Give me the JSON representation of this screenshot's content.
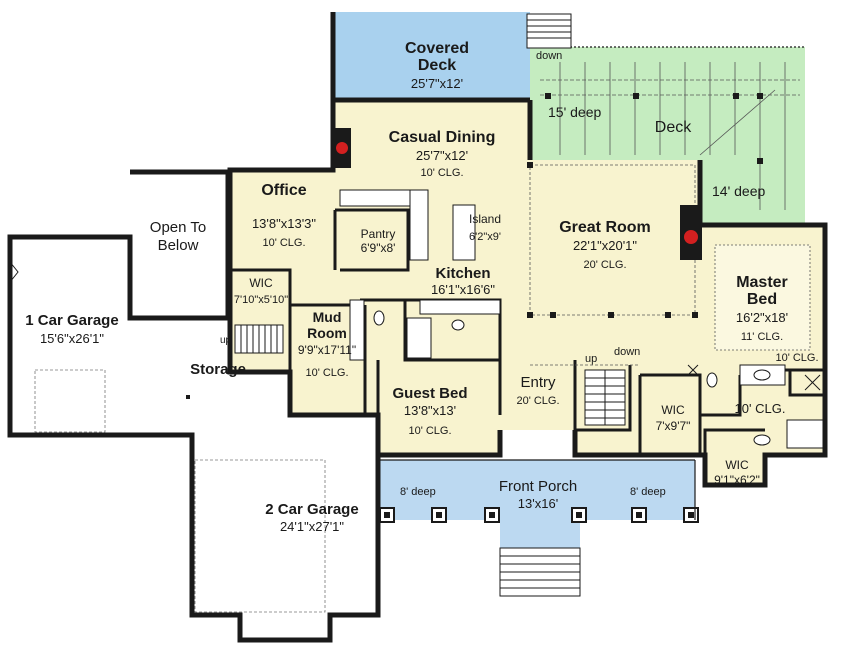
{
  "rooms": {
    "covered_deck": {
      "name_line1": "Covered",
      "name_line2": "Deck",
      "dims": "25'7\"x12'"
    },
    "deck": {
      "name": "Deck",
      "depth1": "15' deep",
      "depth2": "14' deep",
      "stair_label": "down"
    },
    "casual_dining": {
      "name": "Casual Dining",
      "dims": "25'7\"x12'",
      "clg": "10' CLG."
    },
    "office": {
      "name": "Office",
      "dims": "13'8\"x13'3\"",
      "clg": "10' CLG."
    },
    "open_to_below": {
      "line1": "Open To",
      "line2": "Below"
    },
    "pantry": {
      "name": "Pantry",
      "dims": "6'9\"x8'"
    },
    "island": {
      "name": "Island",
      "dims": "6'2\"x9'"
    },
    "kitchen": {
      "name": "Kitchen",
      "dims": "16'1\"x16'6\""
    },
    "great_room": {
      "name": "Great Room",
      "dims": "22'1\"x20'1\"",
      "clg": "20' CLG."
    },
    "master_bed": {
      "name_line1": "Master",
      "name_line2": "Bed",
      "dims": "16'2\"x18'",
      "clg": "11' CLG."
    },
    "master_bath": {
      "clg_top": "10' CLG.",
      "clg": "10' CLG."
    },
    "wic_mud": {
      "name": "WIC",
      "dims": "7'10\"x5'10\""
    },
    "mud_room": {
      "name_line1": "Mud",
      "name_line2": "Room",
      "dims": "9'9\"x17'11\"",
      "clg": "10' CLG."
    },
    "one_car_garage": {
      "name": "1 Car Garage",
      "dims": "15'6\"x26'1\""
    },
    "storage": {
      "name": "Storage",
      "stair_label": "up"
    },
    "guest_bed": {
      "name": "Guest Bed",
      "dims": "13'8\"x13'",
      "clg": "10' CLG."
    },
    "entry": {
      "name": "Entry",
      "clg": "20' CLG.",
      "up": "up",
      "down": "down"
    },
    "wic_master1": {
      "name": "WIC",
      "dims": "7'x9'7\""
    },
    "wic_master2": {
      "name": "WIC",
      "dims": "9'1\"x6'2\""
    },
    "front_porch": {
      "name": "Front Porch",
      "dims": "13'x16'",
      "depth_left": "8' deep",
      "depth_right": "8' deep"
    },
    "two_car_garage": {
      "name": "2 Car Garage",
      "dims": "24'1\"x27'1\""
    }
  },
  "colors": {
    "wall": "#1a1a1a",
    "interior_fill": "#f8f3cf",
    "covered_deck_fill": "#a9d1ee",
    "deck_fill": "#c5ecc0",
    "porch_fill": "#bcd9f1",
    "fireplace": "#d32020"
  }
}
